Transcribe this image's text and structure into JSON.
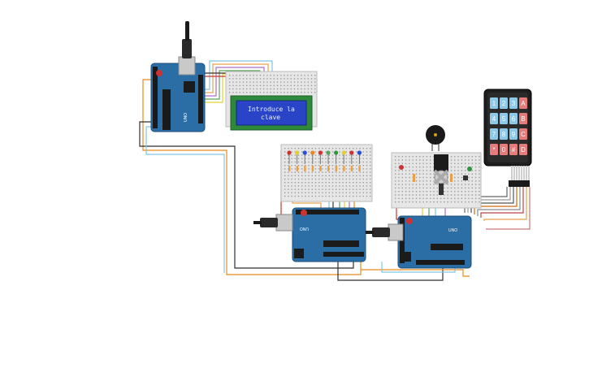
{
  "lcd": {
    "line1": "Introduce la",
    "line2": "clave"
  },
  "keypad": {
    "keys": [
      [
        "1",
        "2",
        "3",
        "A"
      ],
      [
        "4",
        "5",
        "6",
        "B"
      ],
      [
        "7",
        "8",
        "9",
        "C"
      ],
      [
        "*",
        "0",
        "#",
        "D"
      ]
    ]
  },
  "boards": {
    "label": "UNO"
  },
  "colors": {
    "board": "#2b6ea6",
    "breadboard": "#e6e6e6",
    "lcd_screen": "#2a44c8",
    "lcd_pcb": "#2e8a3a",
    "keypad_body": "#1e1e1e",
    "key_number": "#8fc9e8",
    "key_letter": "#e57b7b"
  },
  "icons": [
    "usb-plug-icon",
    "buzzer-icon",
    "potentiometer-icon",
    "led-icon"
  ]
}
